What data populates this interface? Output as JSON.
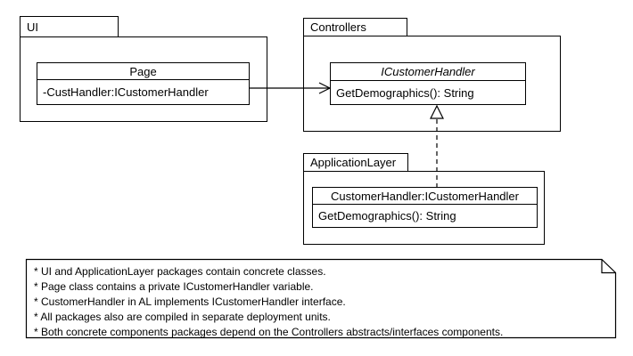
{
  "colors": {
    "line": "#000000",
    "background": "#ffffff",
    "text": "#000000"
  },
  "packages": {
    "ui": {
      "label": "UI"
    },
    "controllers": {
      "label": "Controllers"
    },
    "application_layer": {
      "label": "ApplicationLayer"
    }
  },
  "classes": {
    "page": {
      "name": "Page",
      "attribute": "-CustHandler:ICustomerHandler"
    },
    "icustomer_handler": {
      "name": "ICustomerHandler",
      "operation": "GetDemographics(): String"
    },
    "customer_handler": {
      "name": "CustomerHandler:ICustomerHandler",
      "operation": "GetDemographics(): String"
    }
  },
  "relationships": {
    "association": {
      "from": "Page",
      "to": "ICustomerHandler",
      "type": "association"
    },
    "realization": {
      "from": "CustomerHandler:ICustomerHandler",
      "to": "ICustomerHandler",
      "type": "realization"
    }
  },
  "note": {
    "lines": [
      "* UI and ApplicationLayer packages contain concrete classes.",
      "* Page class contains a private ICustomerHandler variable.",
      "* CustomerHandler in AL implements ICustomerHandler interface.",
      "* All packages also are compiled in separate deployment units.",
      "* Both concrete components packages depend on the Controllers abstracts/interfaces components."
    ]
  }
}
